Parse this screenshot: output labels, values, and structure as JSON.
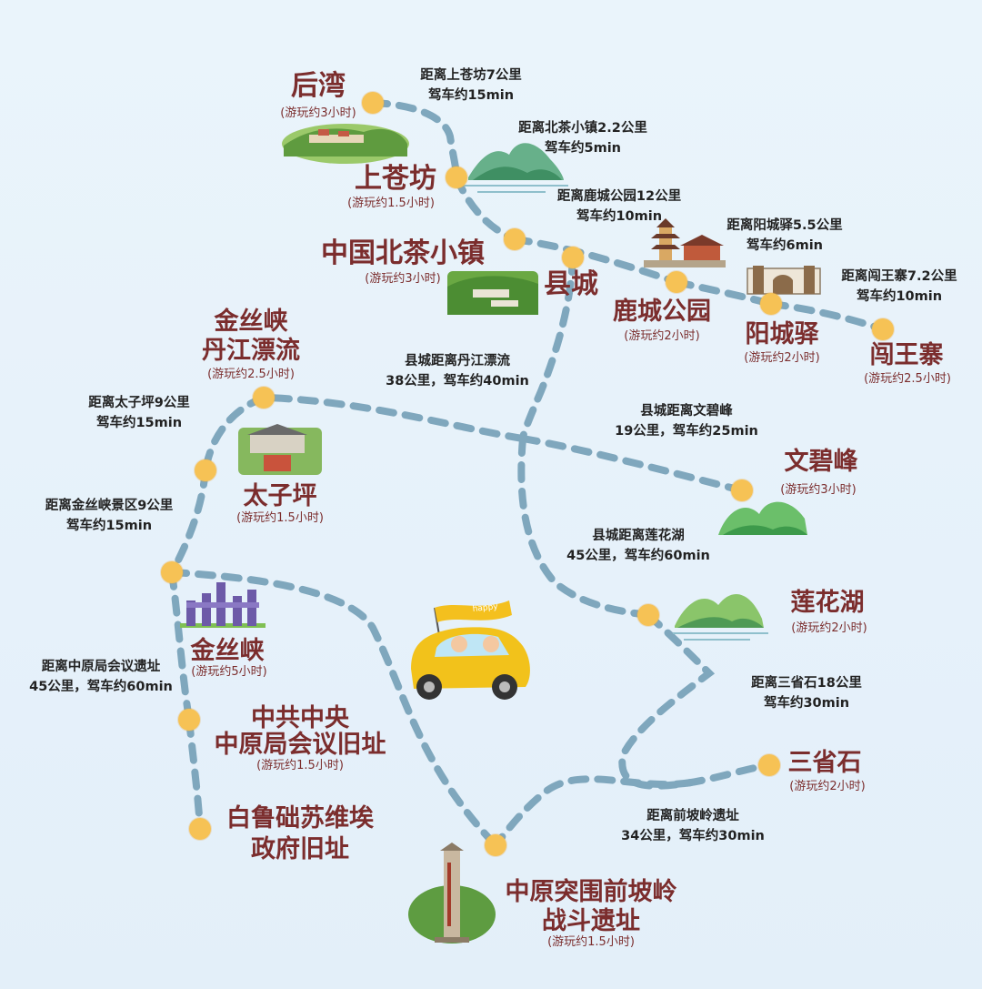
{
  "colors": {
    "route": "#7fa7bd",
    "dot": "#f6c255",
    "name": "#7b2d2d",
    "dist": "#222222",
    "bg": "#e6f1fa"
  },
  "spots": {
    "houwan": {
      "name": "后湾",
      "dur": "(游玩约3小时)"
    },
    "shangcangfang": {
      "name": "上苍坊",
      "dur": "(游玩约1.5小时)"
    },
    "beicha": {
      "name": "中国北茶小镇",
      "dur": "(游玩约3小时)"
    },
    "xiancheng": {
      "name": "县城"
    },
    "luchengpark": {
      "name": "鹿城公园",
      "dur": "(游玩约2小时)"
    },
    "yangchengyi": {
      "name": "阳城驿",
      "dur": "(游玩约2小时)"
    },
    "chuangwangzhai": {
      "name": "闯王寨",
      "dur": "(游玩约2.5小时)"
    },
    "jinsixia_rafting": {
      "name1": "金丝峡",
      "name2": "丹江漂流",
      "dur": "(游玩约2.5小时)"
    },
    "taiziping": {
      "name": "太子坪",
      "dur": "(游玩约1.5小时)"
    },
    "wenbifeng": {
      "name": "文碧峰",
      "dur": "(游玩约3小时)"
    },
    "lianhuahu": {
      "name": "莲花湖",
      "dur": "(游玩约2小时)"
    },
    "jinsixia": {
      "name": "金丝峡",
      "dur": "(游玩约5小时)"
    },
    "zhongyuan_meeting": {
      "name1": "中共中央",
      "name2": "中原局会议旧址",
      "dur": "(游玩约1.5小时)"
    },
    "bailu": {
      "name1": "白鲁础苏维埃",
      "name2": "政府旧址"
    },
    "sanshengshi": {
      "name": "三省石",
      "dur": "(游玩约2小时)"
    },
    "qianpoling": {
      "name1": "中原突围前坡岭",
      "name2": "战斗遗址",
      "dur": "(游玩约1.5小时)"
    }
  },
  "distances": {
    "d1": {
      "l1": "距离上苍坊7公里",
      "l2": "驾车约15min"
    },
    "d2": {
      "l1": "距离北茶小镇2.2公里",
      "l2": "驾车约5min"
    },
    "d3": {
      "l1": "距离鹿城公园12公里",
      "l2": "驾车约10min"
    },
    "d4": {
      "l1": "距离阳城驿5.5公里",
      "l2": "驾车约6min"
    },
    "d5": {
      "l1": "距离闯王寨7.2公里",
      "l2": "驾车约10min"
    },
    "d6": {
      "l1": "县城距离丹江漂流",
      "l2": "38公里，驾车约40min"
    },
    "d7": {
      "l1": "距离太子坪9公里",
      "l2": "驾车约15min"
    },
    "d8": {
      "l1": "县城距离文碧峰",
      "l2": "19公里，驾车约25min"
    },
    "d9": {
      "l1": "距离金丝峡景区9公里",
      "l2": "驾车约15min"
    },
    "d10": {
      "l1": "县城距离莲花湖",
      "l2": "45公里，驾车约60min"
    },
    "d11": {
      "l1": "距离中原局会议遗址",
      "l2": "45公里，驾车约60min"
    },
    "d12": {
      "l1": "距离三省石18公里",
      "l2": "驾车约30min"
    },
    "d13": {
      "l1": "距离前坡岭遗址",
      "l2": "34公里，驾车约30min"
    }
  },
  "car": {
    "flag": "happy"
  },
  "icons": [
    "car-icon",
    "pagoda-icon",
    "gate-icon",
    "mountain-icon",
    "monument-icon",
    "village-icon",
    "landscape-icon"
  ]
}
